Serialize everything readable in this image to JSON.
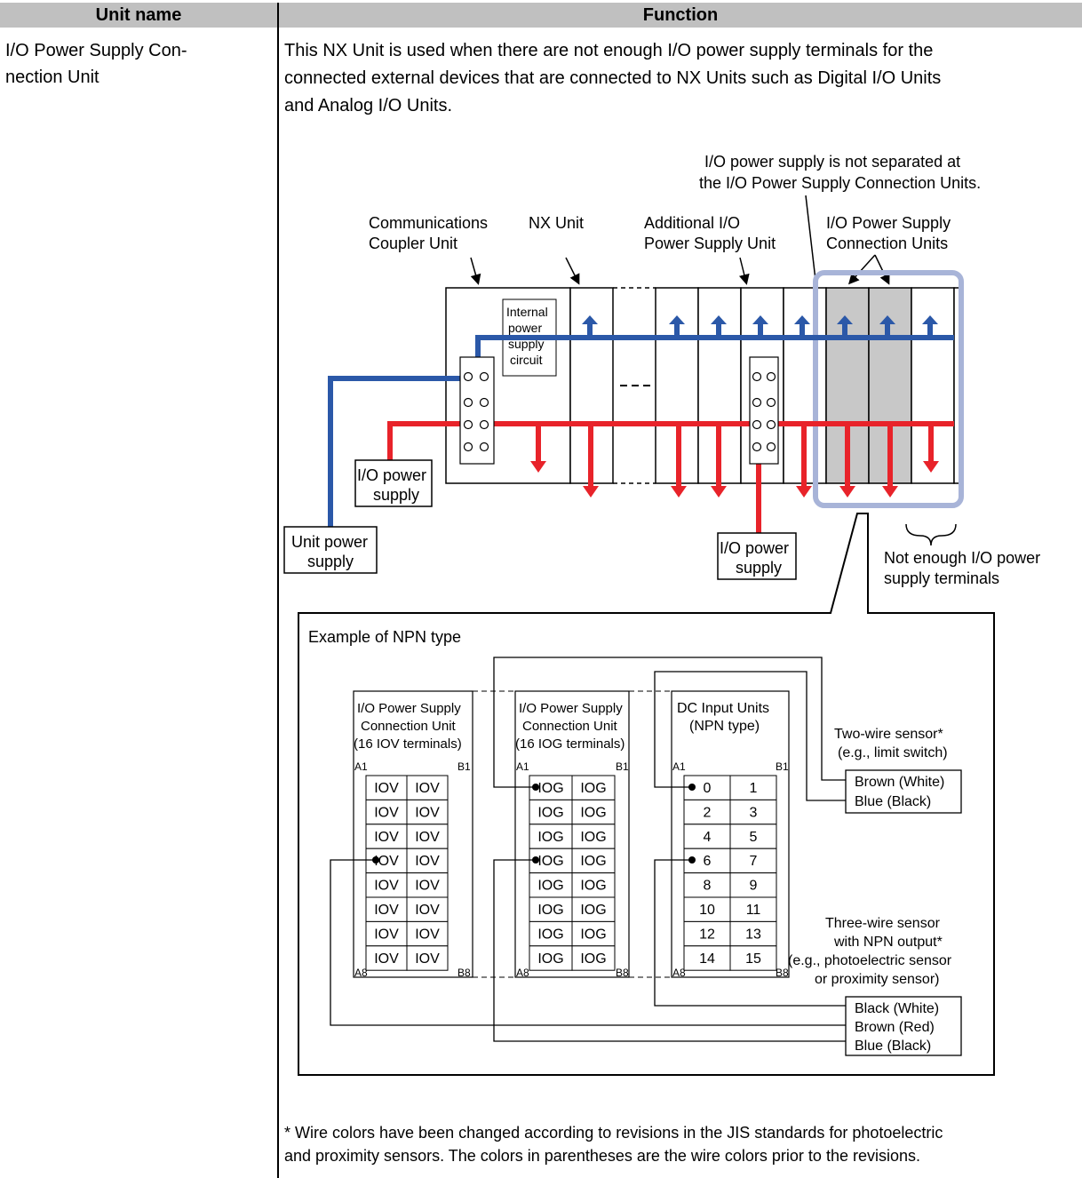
{
  "table": {
    "header_unit": "Unit name",
    "header_function": "Function",
    "unit_name_line1": "I/O Power Supply Con-",
    "unit_name_line2": "nection Unit",
    "desc_line1": "This NX Unit is used when there are not enough I/O power supply terminals for the",
    "desc_line2": "connected external devices that are connected to NX Units such as Digital I/O Units",
    "desc_line3": "and Analog I/O Units."
  },
  "diagram": {
    "note_not_separated_1": "I/O power supply is not separated at",
    "note_not_separated_2": "the I/O Power Supply Connection Units.",
    "comm_coupler_1": "Communications",
    "comm_coupler_2": "Coupler Unit",
    "nx_unit": "NX Unit",
    "additional_1": "Additional I/O",
    "additional_2": "Power Supply Unit",
    "conn_units_1": "I/O Power Supply",
    "conn_units_2": "Connection Units",
    "internal_1": "Internal",
    "internal_2": "power",
    "internal_3": "supply",
    "internal_4": "circuit",
    "io_power_1": "I/O power",
    "io_power_2": "supply",
    "unit_power_1": "Unit power",
    "unit_power_2": "supply",
    "not_enough_1": "Not enough I/O power",
    "not_enough_2": "supply terminals",
    "example_title": "Example of NPN type",
    "blockA_1": "I/O Power Supply",
    "blockA_2": "Connection Unit",
    "blockA_3": "(16 IOV terminals)",
    "blockB_1": "I/O Power Supply",
    "blockB_2": "Connection Unit",
    "blockB_3": "(16 IOG terminals)",
    "blockC_1": "DC Input Units",
    "blockC_2": "(NPN type)",
    "label_a1": "A1",
    "label_b1": "B1",
    "label_a8": "A8",
    "label_b8": "B8",
    "iov": "IOV",
    "iog": "IOG",
    "input_left": [
      "0",
      "2",
      "4",
      "6",
      "8",
      "10",
      "12",
      "14"
    ],
    "input_right": [
      "1",
      "3",
      "5",
      "7",
      "9",
      "11",
      "13",
      "15"
    ],
    "two_wire_1": "Two-wire sensor*",
    "two_wire_2": "(e.g., limit switch)",
    "two_wire_brown": "Brown (White)",
    "two_wire_blue": "Blue (Black)",
    "three_wire_1": "Three-wire sensor",
    "three_wire_2": "with NPN output*",
    "three_wire_3": "(e.g., photoelectric sensor",
    "three_wire_4": "or proximity sensor)",
    "three_wire_black": "Black (White)",
    "three_wire_brown": "Brown (Red)",
    "three_wire_blue": "Blue (Black)",
    "dash": "- - -",
    "colors": {
      "unit_power": "#2b58a8",
      "io_power": "#e8232a",
      "highlight": "#a8b4d8",
      "shaded": "#c8c8c8"
    }
  },
  "footnote": {
    "line1": "* Wire colors have been changed according to revisions in the JIS standards for photoelectric",
    "line2": "and proximity sensors. The colors in parentheses are the wire colors prior to the revisions."
  }
}
